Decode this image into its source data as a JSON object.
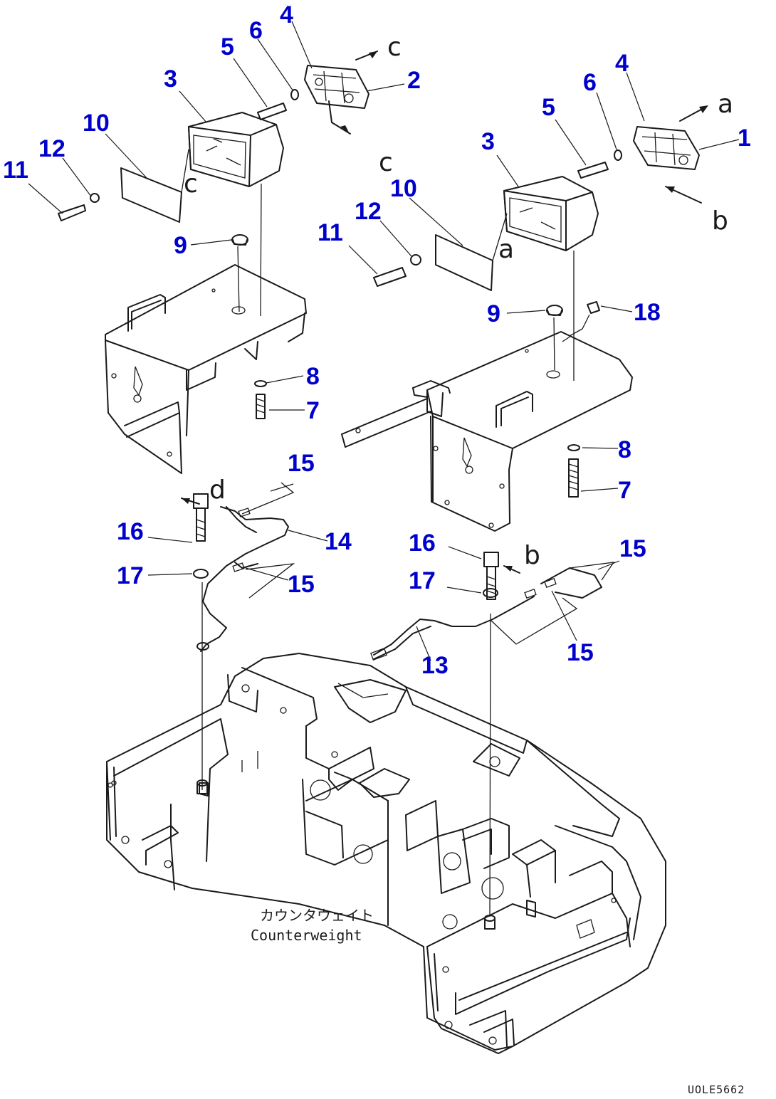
{
  "diagram": {
    "callouts": [
      {
        "id": "1",
        "label": "1"
      },
      {
        "id": "2",
        "label": "2"
      },
      {
        "id": "3a",
        "label": "3"
      },
      {
        "id": "3b",
        "label": "3"
      },
      {
        "id": "4a",
        "label": "4"
      },
      {
        "id": "4b",
        "label": "4"
      },
      {
        "id": "5a",
        "label": "5"
      },
      {
        "id": "5b",
        "label": "5"
      },
      {
        "id": "6a",
        "label": "6"
      },
      {
        "id": "6b",
        "label": "6"
      },
      {
        "id": "7a",
        "label": "7"
      },
      {
        "id": "7b",
        "label": "7"
      },
      {
        "id": "8a",
        "label": "8"
      },
      {
        "id": "8b",
        "label": "8"
      },
      {
        "id": "9a",
        "label": "9"
      },
      {
        "id": "9b",
        "label": "9"
      },
      {
        "id": "10a",
        "label": "10"
      },
      {
        "id": "10b",
        "label": "10"
      },
      {
        "id": "11a",
        "label": "11"
      },
      {
        "id": "11b",
        "label": "11"
      },
      {
        "id": "12a",
        "label": "12"
      },
      {
        "id": "12b",
        "label": "12"
      },
      {
        "id": "13",
        "label": "13"
      },
      {
        "id": "14",
        "label": "14"
      },
      {
        "id": "15a",
        "label": "15"
      },
      {
        "id": "15b",
        "label": "15"
      },
      {
        "id": "15c",
        "label": "15"
      },
      {
        "id": "15d",
        "label": "15"
      },
      {
        "id": "16a",
        "label": "16"
      },
      {
        "id": "16b",
        "label": "16"
      },
      {
        "id": "17a",
        "label": "17"
      },
      {
        "id": "17b",
        "label": "17"
      },
      {
        "id": "18",
        "label": "18"
      }
    ],
    "refs": [
      {
        "id": "c1",
        "label": "c"
      },
      {
        "id": "c2",
        "label": "c"
      },
      {
        "id": "c3",
        "label": "c"
      },
      {
        "id": "a1",
        "label": "a"
      },
      {
        "id": "a2",
        "label": "a"
      },
      {
        "id": "b1",
        "label": "b"
      },
      {
        "id": "b2",
        "label": "b"
      },
      {
        "id": "d1",
        "label": "d"
      }
    ],
    "caption_jp": "カウンタウェイト",
    "caption_en": "Counterweight",
    "drawing_code": "UOLE5662",
    "callout_color": "#0000cc"
  }
}
